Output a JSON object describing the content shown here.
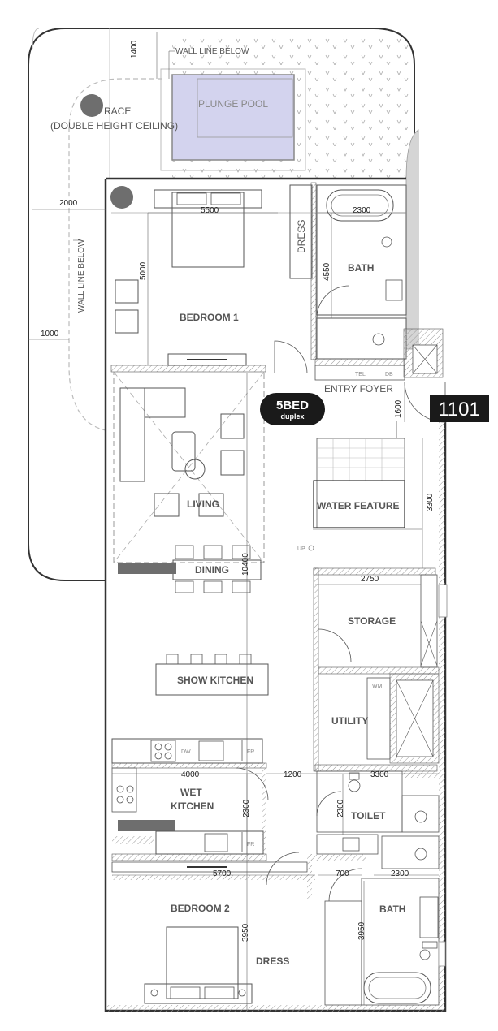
{
  "badge": {
    "main": "5BED",
    "sub": "duplex"
  },
  "unit_number": "1101",
  "rooms": {
    "terrace": "RACE",
    "terrace_note": "(DOUBLE HEIGHT CEILING)",
    "plunge_pool": "PLUNGE POOL",
    "dress_1": "DRESS",
    "bath_1": "BATH",
    "bedroom_1": "BEDROOM 1",
    "entry_foyer": "ENTRY FOYER",
    "living": "LIVING",
    "water_feature": "WATER FEATURE",
    "dining": "DINING",
    "storage": "STORAGE",
    "show_kitchen": "SHOW KITCHEN",
    "utility": "UTILITY",
    "wet_kitchen_line1": "WET",
    "wet_kitchen_line2": "KITCHEN",
    "toilet": "TOILET",
    "bedroom_2": "BEDROOM 2",
    "bath_2": "BATH",
    "dress_2": "DRESS"
  },
  "notes": {
    "wall_line_below_top": "WALL LINE BELOW",
    "wall_line_below_side": "WALL LINE BELOW",
    "tel": "TEL",
    "db": "DB",
    "up": "UP",
    "dw": "DW",
    "fr1": "FR",
    "fr2": "FR",
    "wm": "WM"
  },
  "dimensions": {
    "d1400": "1400",
    "d2000": "2000",
    "d5500": "5500",
    "d2300_bath": "2300",
    "d5000": "5000",
    "d4550": "4550",
    "d1000": "1000",
    "d1600": "1600",
    "d3300_stair": "3300",
    "d10400": "10400",
    "d2750": "2750",
    "d4000": "4000",
    "d1200": "1200",
    "d3300_toilet": "3300",
    "d2300_wet": "2300",
    "d2300_toilet": "2300",
    "d5700": "5700",
    "d700": "700",
    "d2300_bath2": "2300",
    "d3950_bed2": "3950",
    "d3950_bath2": "3950"
  },
  "colors": {
    "pool": "#d3d3ee",
    "badge": "#1a1a1a",
    "unit_box": "#1a1a1a",
    "wall": "#333333",
    "marker": "#6e6e6e"
  }
}
